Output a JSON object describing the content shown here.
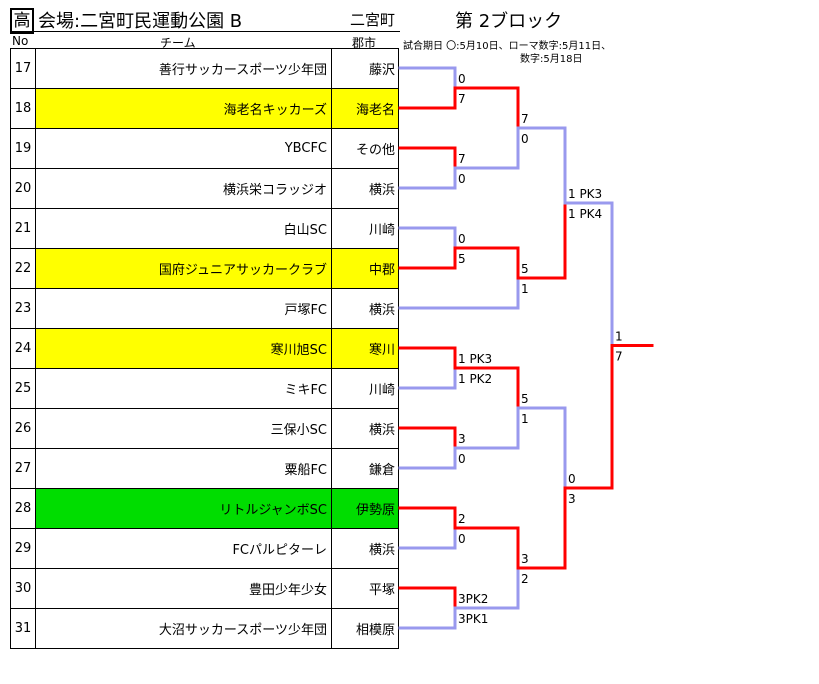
{
  "header": {
    "mark": "高",
    "venue": "会場:二宮町民運動公園  B",
    "town": "二宮町",
    "block": "第  2ブロック",
    "col_no": "No",
    "col_team": "チーム",
    "col_city": "郡市",
    "dates_line1": "試合期日  〇:5月10日、ローマ数字:5月11日、",
    "dates_line2": "数字:5月18日"
  },
  "colors": {
    "winner": "#ff0000",
    "loser": "#9999ee",
    "yellow": "#ffff00",
    "green": "#00dd00"
  },
  "teams": [
    {
      "no": "17",
      "name": "善行サッカースポーツ少年団",
      "city": "藤沢",
      "hl": ""
    },
    {
      "no": "18",
      "name": "海老名キッカーズ",
      "city": "海老名",
      "hl": "yellow"
    },
    {
      "no": "19",
      "name": "YBCFC",
      "city": "その他",
      "hl": ""
    },
    {
      "no": "20",
      "name": "横浜栄コラッジオ",
      "city": "横浜",
      "hl": ""
    },
    {
      "no": "21",
      "name": "白山SC",
      "city": "川崎",
      "hl": ""
    },
    {
      "no": "22",
      "name": "国府ジュニアサッカークラブ",
      "city": "中郡",
      "hl": "yellow"
    },
    {
      "no": "23",
      "name": "戸塚FC",
      "city": "横浜",
      "hl": ""
    },
    {
      "no": "24",
      "name": "寒川旭SC",
      "city": "寒川",
      "hl": "yellow"
    },
    {
      "no": "25",
      "name": "ミキFC",
      "city": "川崎",
      "hl": ""
    },
    {
      "no": "26",
      "name": "三保小SC",
      "city": "横浜",
      "hl": ""
    },
    {
      "no": "27",
      "name": "粟船FC",
      "city": "鎌倉",
      "hl": ""
    },
    {
      "no": "28",
      "name": "リトルジャンボSC",
      "city": "伊勢原",
      "hl": "green"
    },
    {
      "no": "29",
      "name": "FCパルピターレ",
      "city": "横浜",
      "hl": ""
    },
    {
      "no": "30",
      "name": "豊田少年少女",
      "city": "平塚",
      "hl": ""
    },
    {
      "no": "31",
      "name": "大沼サッカースポーツ少年団",
      "city": "相模原",
      "hl": ""
    }
  ],
  "matches": {
    "m1": {
      "top": "t0",
      "bottom": "t1",
      "round": 1,
      "s_top": "0",
      "s_bottom": "7",
      "winner": "bottom"
    },
    "m2": {
      "top": "t2",
      "bottom": "t3",
      "round": 1,
      "s_top": "7",
      "s_bottom": "0",
      "winner": "top"
    },
    "m3": {
      "top": "m1",
      "bottom": "m2",
      "round": 2,
      "s_top": "7",
      "s_bottom": "0",
      "winner": "top"
    },
    "m4": {
      "top": "t4",
      "bottom": "t5",
      "round": 1,
      "s_top": "0",
      "s_bottom": "5",
      "winner": "bottom"
    },
    "m5": {
      "top": "m4",
      "bottom": "t6",
      "round": 2,
      "s_top": "5",
      "s_bottom": "1",
      "winner": "top"
    },
    "m6": {
      "top": "m3",
      "bottom": "m5",
      "round": 3,
      "s_top": "1 PK3",
      "s_bottom": "1 PK4",
      "winner": "bottom"
    },
    "m7": {
      "top": "t7",
      "bottom": "t8",
      "round": 1,
      "s_top": "1 PK3",
      "s_bottom": "1 PK2",
      "winner": "top"
    },
    "m8": {
      "top": "t9",
      "bottom": "t10",
      "round": 1,
      "s_top": "3",
      "s_bottom": "0",
      "winner": "top"
    },
    "m9": {
      "top": "m7",
      "bottom": "m8",
      "round": 2,
      "s_top": "5",
      "s_bottom": "1",
      "winner": "top"
    },
    "m10": {
      "top": "t11",
      "bottom": "t12",
      "round": 1,
      "s_top": "2",
      "s_bottom": "0",
      "winner": "top"
    },
    "m11": {
      "top": "t13",
      "bottom": "t14",
      "round": 1,
      "s_top": "3PK2",
      "s_bottom": "3PK1",
      "winner": "top"
    },
    "m12": {
      "top": "m10",
      "bottom": "m11",
      "round": 2,
      "s_top": "3",
      "s_bottom": "2",
      "winner": "top"
    },
    "m13": {
      "top": "m9",
      "bottom": "m12",
      "round": 3,
      "s_top": "0",
      "s_bottom": "3",
      "winner": "bottom"
    },
    "m14": {
      "top": "m6",
      "bottom": "m13",
      "round": 4,
      "s_top": "1",
      "s_bottom": "7",
      "winner": "bottom"
    }
  },
  "final": "m14"
}
